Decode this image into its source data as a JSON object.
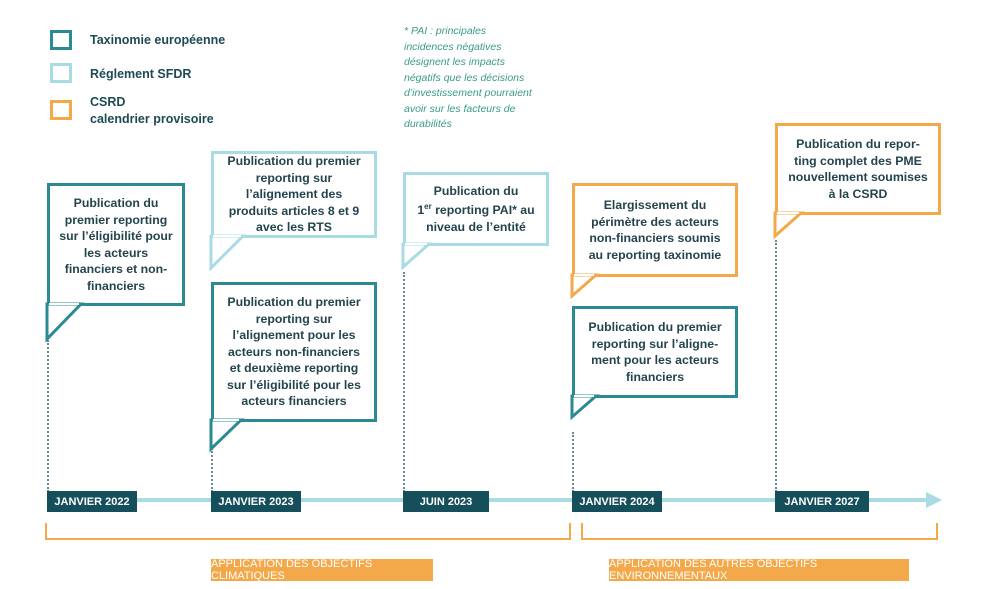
{
  "legend": {
    "taxonomy": "Taxinomie européenne",
    "sfdr": "Réglement SFDR",
    "csrd_line1": "CSRD",
    "csrd_line2": "calendrier provisoire"
  },
  "note": "* PAI : principales incidences négatives désignent les impacts négatifs que les décisions d’investissement pourraient avoir sur les facteurs de durabilités",
  "bubbles": {
    "b1": "Publication du premier reporting sur l’éligibilité pour les acteurs financiers et non-financiers",
    "b2": "Publication du premier reporting sur l’alignement des produits articles 8 et 9 avec les RTS",
    "b3": "Publication du premier reporting sur l’alignement pour les acteurs non-financiers et deuxième reporting sur l’éligibilité pour les acteurs financiers",
    "b4_line1": "Publication du",
    "b4_prefix": "1",
    "b4_sup": "er",
    "b4_line2": " reporting PAI* au",
    "b4_line3": "niveau de l’entité",
    "b5": "Elargissement du périmètre des acteurs non-financiers soumis au reporting taxinomie",
    "b6": "Publication du premier reporting sur l’aligne-ment pour les acteurs financiers",
    "b7": "Publication du repor-ting complet des PME nouvellement soumises à la CSRD"
  },
  "dates": [
    "JANVIER 2022",
    "JANVIER 2023",
    "JUIN 2023",
    "JANVIER 2024",
    "JANVIER 2027"
  ],
  "objectives": {
    "climate": "APPLICATION DES OBJECTIFS CLIMATIQUES",
    "other": "APPLICATION DES AUTRES OBJECTIFS ENVIRONNEMENTAUX"
  },
  "colors": {
    "taxonomy": "#2b8a93",
    "sfdr": "#a9dbe4",
    "csrd": "#f3a849",
    "date_bg": "#154f5c"
  }
}
